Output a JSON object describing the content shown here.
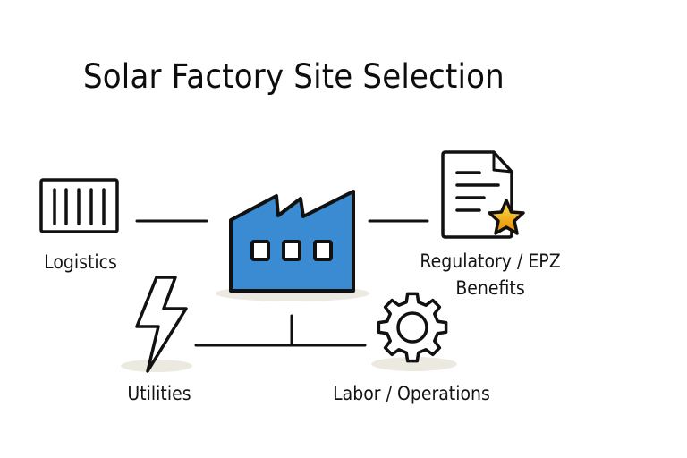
{
  "title": "Solar Factory Site Selection",
  "center": {
    "name": "Factory",
    "icon": "factory-icon",
    "color": "#3a8bd2"
  },
  "nodes": [
    {
      "id": "logistics",
      "label": "Logistics",
      "icon": "shipping-container-icon"
    },
    {
      "id": "regulatory",
      "label_line1": "Regulatory / EPZ",
      "label_line2": "Benefits",
      "icon": "document-star-icon"
    },
    {
      "id": "utilities",
      "label": "Utilities",
      "icon": "lightning-bolt-icon"
    },
    {
      "id": "labor",
      "label": "Labor / Operations",
      "icon": "gear-icon"
    }
  ],
  "colors": {
    "stroke": "#111111",
    "shadow": "#ece9e0",
    "star_light": "#ffd23a",
    "star_dark": "#e08a00"
  }
}
